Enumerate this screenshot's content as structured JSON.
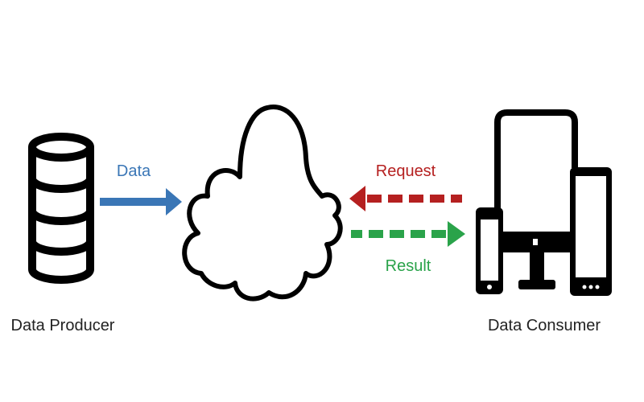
{
  "nodes": {
    "producer": {
      "label": "Data Producer"
    },
    "consumer": {
      "label": "Data Consumer"
    }
  },
  "arrows": {
    "data": {
      "label": "Data",
      "color": "#3a76b6"
    },
    "request": {
      "label": "Request",
      "color": "#b52020"
    },
    "result": {
      "label": "Result",
      "color": "#2aa34a"
    }
  }
}
